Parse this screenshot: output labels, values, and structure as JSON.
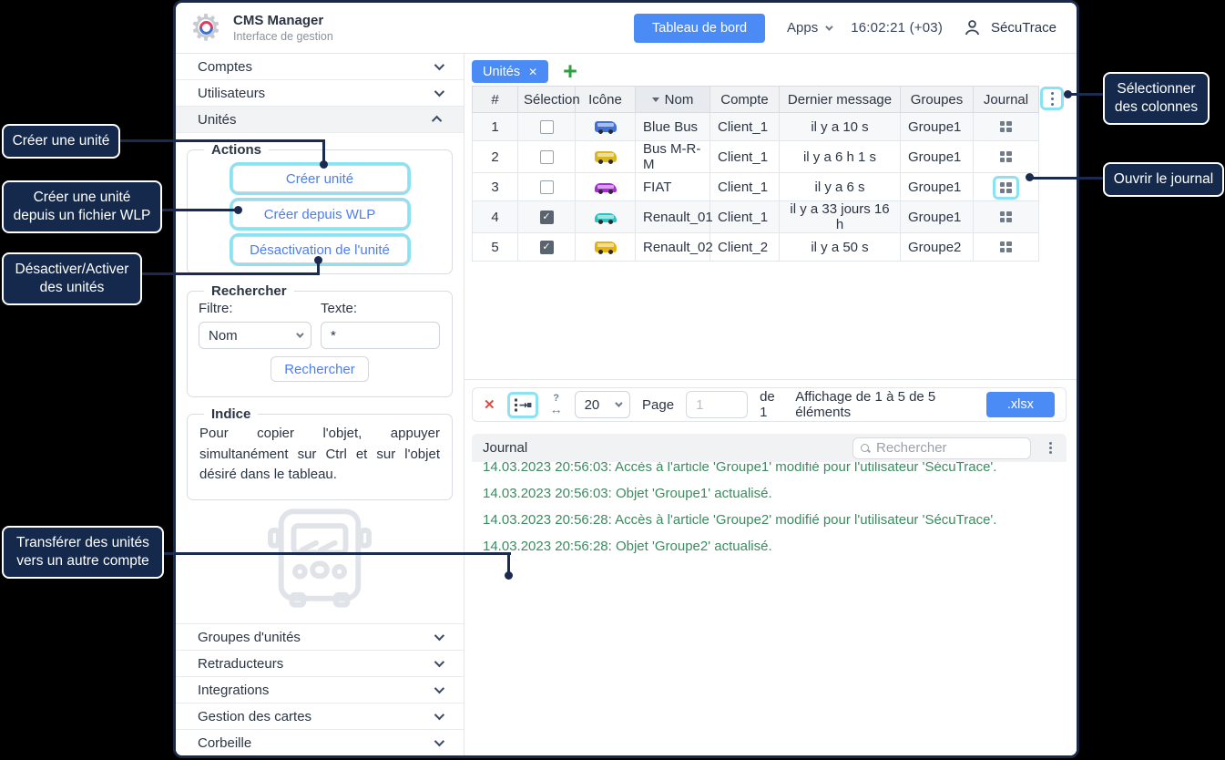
{
  "app": {
    "title": "CMS Manager",
    "subtitle": "Interface de gestion",
    "dashboard_button": "Tableau de bord",
    "apps_label": "Apps",
    "time": "16:02:21 (+03)",
    "user": "SécuTrace"
  },
  "colors": {
    "accent_blue": "#4b8bf5",
    "highlight_cyan": "#8ae2f2",
    "callout_bg": "#14294c",
    "connector": "#1b2b50",
    "log_green": "#3c8b61",
    "add_green": "#2fa042",
    "danger_red": "#e34b42"
  },
  "sidebar": {
    "top_items": [
      {
        "label": "Comptes"
      },
      {
        "label": "Utilisateurs"
      },
      {
        "label": "Unités"
      }
    ],
    "actions": {
      "legend": "Actions",
      "buttons": [
        {
          "label": "Créer unité"
        },
        {
          "label": "Créer depuis WLP"
        },
        {
          "label": "Désactivation de l'unité"
        }
      ]
    },
    "search": {
      "legend": "Rechercher",
      "filter_label": "Filtre:",
      "filter_value": "Nom",
      "text_label": "Texte:",
      "text_value": "*",
      "button": "Rechercher"
    },
    "hint": {
      "legend": "Indice",
      "text": "Pour copier l'objet, appuyer simultanément sur Ctrl et sur l'objet désiré dans le tableau."
    },
    "bottom_items": [
      {
        "label": "Groupes d'unités"
      },
      {
        "label": "Retraducteurs"
      },
      {
        "label": "Integrations"
      },
      {
        "label": "Gestion des cartes"
      },
      {
        "label": "Corbeille"
      }
    ]
  },
  "tabs": {
    "active_label": "Unités",
    "close": "✕"
  },
  "table": {
    "columns": [
      "#",
      "Sélection",
      "Icône",
      "Nom",
      "Compte",
      "Dernier message",
      "Groupes",
      "Journal"
    ],
    "sorted_column": "Nom",
    "rows": [
      {
        "num": "1",
        "selected": false,
        "icon": "bus",
        "icon_color": "#3f71d8",
        "name": "Blue Bus",
        "account": "Client_1",
        "last_message": "il y a 10 s",
        "group": "Groupe1"
      },
      {
        "num": "2",
        "selected": false,
        "icon": "bus",
        "icon_color": "#d9b623",
        "name": "Bus M-R-M",
        "account": "Client_1",
        "last_message": "il y a 6 h 1 s",
        "group": "Groupe1"
      },
      {
        "num": "3",
        "selected": false,
        "icon": "car",
        "icon_color": "#a92bd6",
        "name": "FIAT",
        "account": "Client_1",
        "last_message": "il y a 6 s",
        "group": "Groupe1"
      },
      {
        "num": "4",
        "selected": true,
        "icon": "car",
        "icon_color": "#27c4c1",
        "name": "Renault_01",
        "account": "Client_1",
        "last_message": "il y a 33 jours 16 h",
        "group": "Groupe1"
      },
      {
        "num": "5",
        "selected": true,
        "icon": "truck",
        "icon_color": "#e3b411",
        "name": "Renault_02",
        "account": "Client_2",
        "last_message": "il y a 50 s",
        "group": "Groupe2"
      }
    ]
  },
  "footer": {
    "page_size": "20",
    "page_label": "Page",
    "page_value": "1",
    "of_label": "de 1",
    "summary": "Affichage de 1 à 5 de 5 éléments",
    "export_label": ".xlsx"
  },
  "journal": {
    "title": "Journal",
    "search_placeholder": "Rechercher",
    "entries": [
      "14.03.2023 20:56:03: Accès à l'article 'Groupe1' modifié pour l'utilisateur 'SécuTrace'.",
      "14.03.2023 20:56:03: Objet 'Groupe1' actualisé.",
      "14.03.2023 20:56:28: Accès à l'article 'Groupe2' modifié pour l'utilisateur 'SécuTrace'.",
      "14.03.2023 20:56:28: Objet 'Groupe2' actualisé."
    ]
  },
  "callouts": [
    {
      "text": "Créer une unité"
    },
    {
      "text": "Créer une unité depuis un fichier WLP"
    },
    {
      "text": "Désactiver/Activer des unités"
    },
    {
      "text": "Transférer des unités vers un autre compte"
    },
    {
      "text": "Sélectionner des colonnes"
    },
    {
      "text": "Ouvrir le journal"
    }
  ]
}
